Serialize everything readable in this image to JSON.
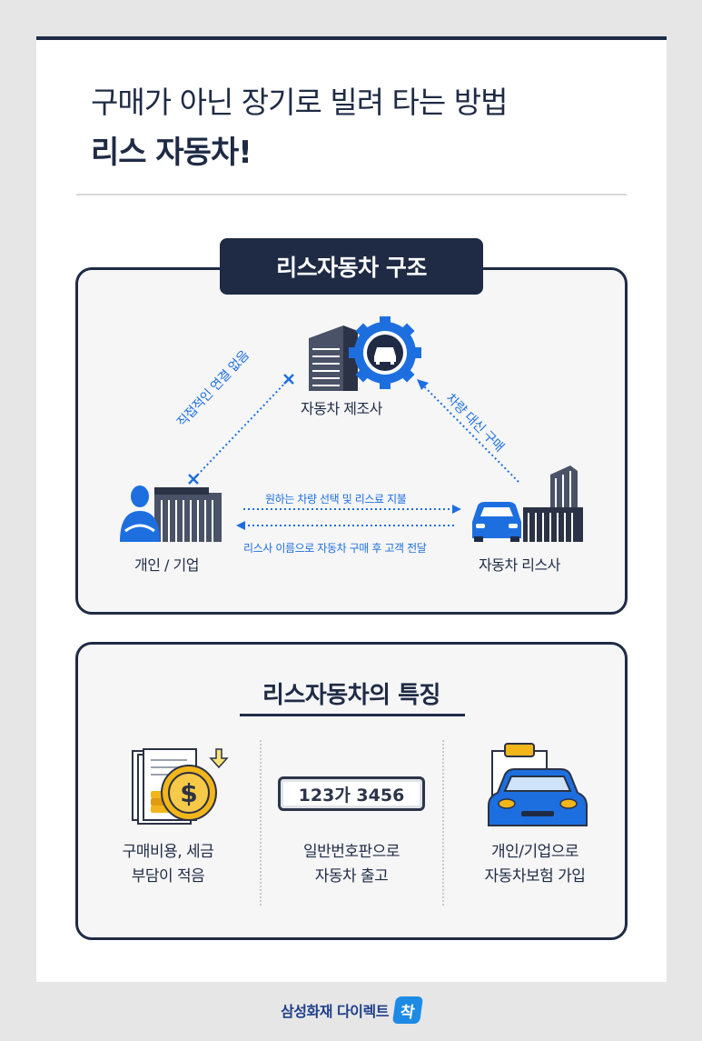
{
  "header": {
    "title_line1": "구매가 아닌 장기로 빌려 타는 방법",
    "title_line2": "리스 자동차!"
  },
  "structure": {
    "pill_label": "리스자동차 구조",
    "manufacturer_label": "자동차 제조사",
    "customer_label": "개인 / 기업",
    "leasing_label": "자동차 리스사",
    "no_connection": "직접적인 연결 없음",
    "purchase_on_behalf": "차량 대신 구매",
    "select_pay": "원하는 차량 선택 및 리스료 지불",
    "deliver": "리스사 이름으로 자동차 구매 후 고객 전달"
  },
  "features": {
    "title": "리스자동차의 특징",
    "items": [
      {
        "line1": "구매비용, 세금",
        "line2": "부담이 적음"
      },
      {
        "line1": "일반번호판으로",
        "line2": "자동차 출고"
      },
      {
        "line1": "개인/기업으로",
        "line2": "자동차보험 가입"
      }
    ],
    "plate_text": "123가 3456"
  },
  "footer": {
    "brand": "삼성화재 다이렉트",
    "badge": "착"
  },
  "colors": {
    "navy": "#1f2b45",
    "blue": "#1d6fe0",
    "gold": "#f2b61b"
  }
}
